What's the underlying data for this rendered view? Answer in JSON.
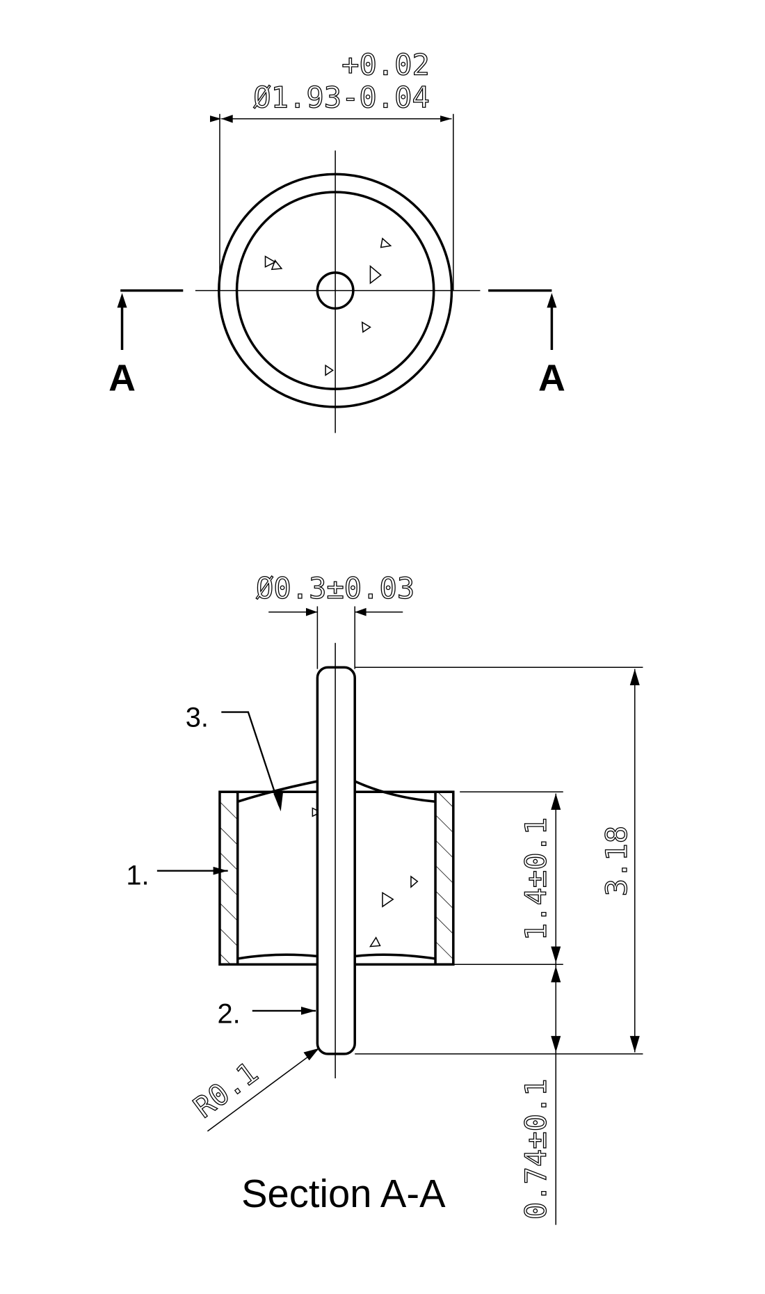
{
  "top_view": {
    "diameter_label": "Ø1.93-0.04",
    "tolerance_upper": "+0.02",
    "section_marker_left": "A",
    "section_marker_right": "A"
  },
  "section_view": {
    "pin_diameter_label": "Ø0.3±0.03",
    "total_height_label": "3.18",
    "body_height_label": "1.4±0.1",
    "pin_protrusion_label": "0.74±0.1",
    "radius_label": "R0.1",
    "callouts": [
      "1.",
      "2.",
      "3."
    ],
    "title": "Section A-A"
  }
}
